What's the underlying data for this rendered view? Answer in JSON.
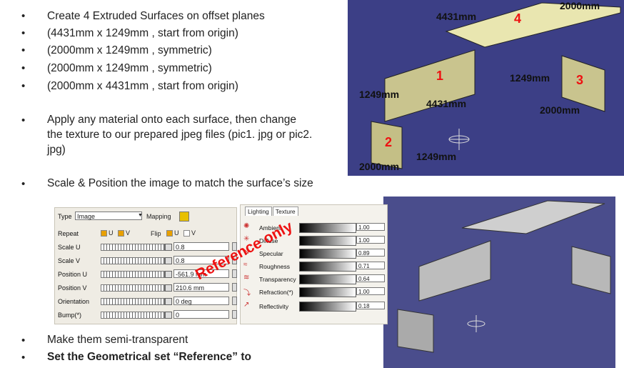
{
  "bullets": [
    "Create 4 Extruded Surfaces on offset planes",
    "(4431mm x 1249mm , start from origin)",
    "(2000mm x 1249mm , symmetric)",
    "(2000mm x 1249mm , symmetric)",
    "(2000mm x 4431mm , start from origin)"
  ],
  "bullet_material_lines": [
    "Apply any material onto each surface, then change",
    "the texture to our prepared jpeg files (pic1. jpg or pic2.",
    "jpg)"
  ],
  "bullet_scale": "Scale & Position the image to match the surface’s size",
  "bullet_semi": "Make them semi-transparent",
  "bullet_reference": "Set the Geometrical set “Reference” to",
  "bullet_symbol": "•",
  "top_view": {
    "labels": {
      "d1": "4431mm",
      "d2": "2000mm",
      "d3": "1249mm",
      "d4": "4431mm",
      "d5": "1249mm",
      "d6": "2000mm",
      "d7": "1249mm",
      "d8": "2000mm"
    },
    "numbers": {
      "n1": "1",
      "n2": "2",
      "n3": "3",
      "n4": "4"
    }
  },
  "texture_panel": {
    "type_label": "Type",
    "type_value": "Image",
    "mapping_label": "Mapping",
    "repeat_label": "Repeat",
    "repeat_u": "U",
    "repeat_v": "V",
    "flip_label": "Flip",
    "flip_u": "U",
    "flip_v": "V",
    "rows": [
      {
        "label": "Scale U",
        "value": "0.8"
      },
      {
        "label": "Scale V",
        "value": "0.8"
      },
      {
        "label": "Position U",
        "value": "-561.9 mm"
      },
      {
        "label": "Position V",
        "value": "210.6 mm"
      },
      {
        "label": "Orientation",
        "value": "0 deg"
      },
      {
        "label": "Bump(*)",
        "value": "0"
      }
    ]
  },
  "lighting_panel": {
    "tab_lighting": "Lighting",
    "tab_texture": "Texture",
    "rows": [
      {
        "label": "Ambient",
        "value": "1.00"
      },
      {
        "label": "Diffuse",
        "value": "1.00"
      },
      {
        "label": "Specular",
        "value": "0.89"
      },
      {
        "label": "Roughness",
        "value": "0.71"
      },
      {
        "label": "Transparency",
        "value": "0.64"
      },
      {
        "label": "Refraction(*)",
        "value": "1.00"
      },
      {
        "label": "Reflectivity",
        "value": "0.18"
      }
    ]
  },
  "watermark": "Reference only",
  "colors": {
    "viewport_bg": "#3c3f86",
    "surface": "#e9e6b0",
    "label_red": "#ee1111"
  }
}
